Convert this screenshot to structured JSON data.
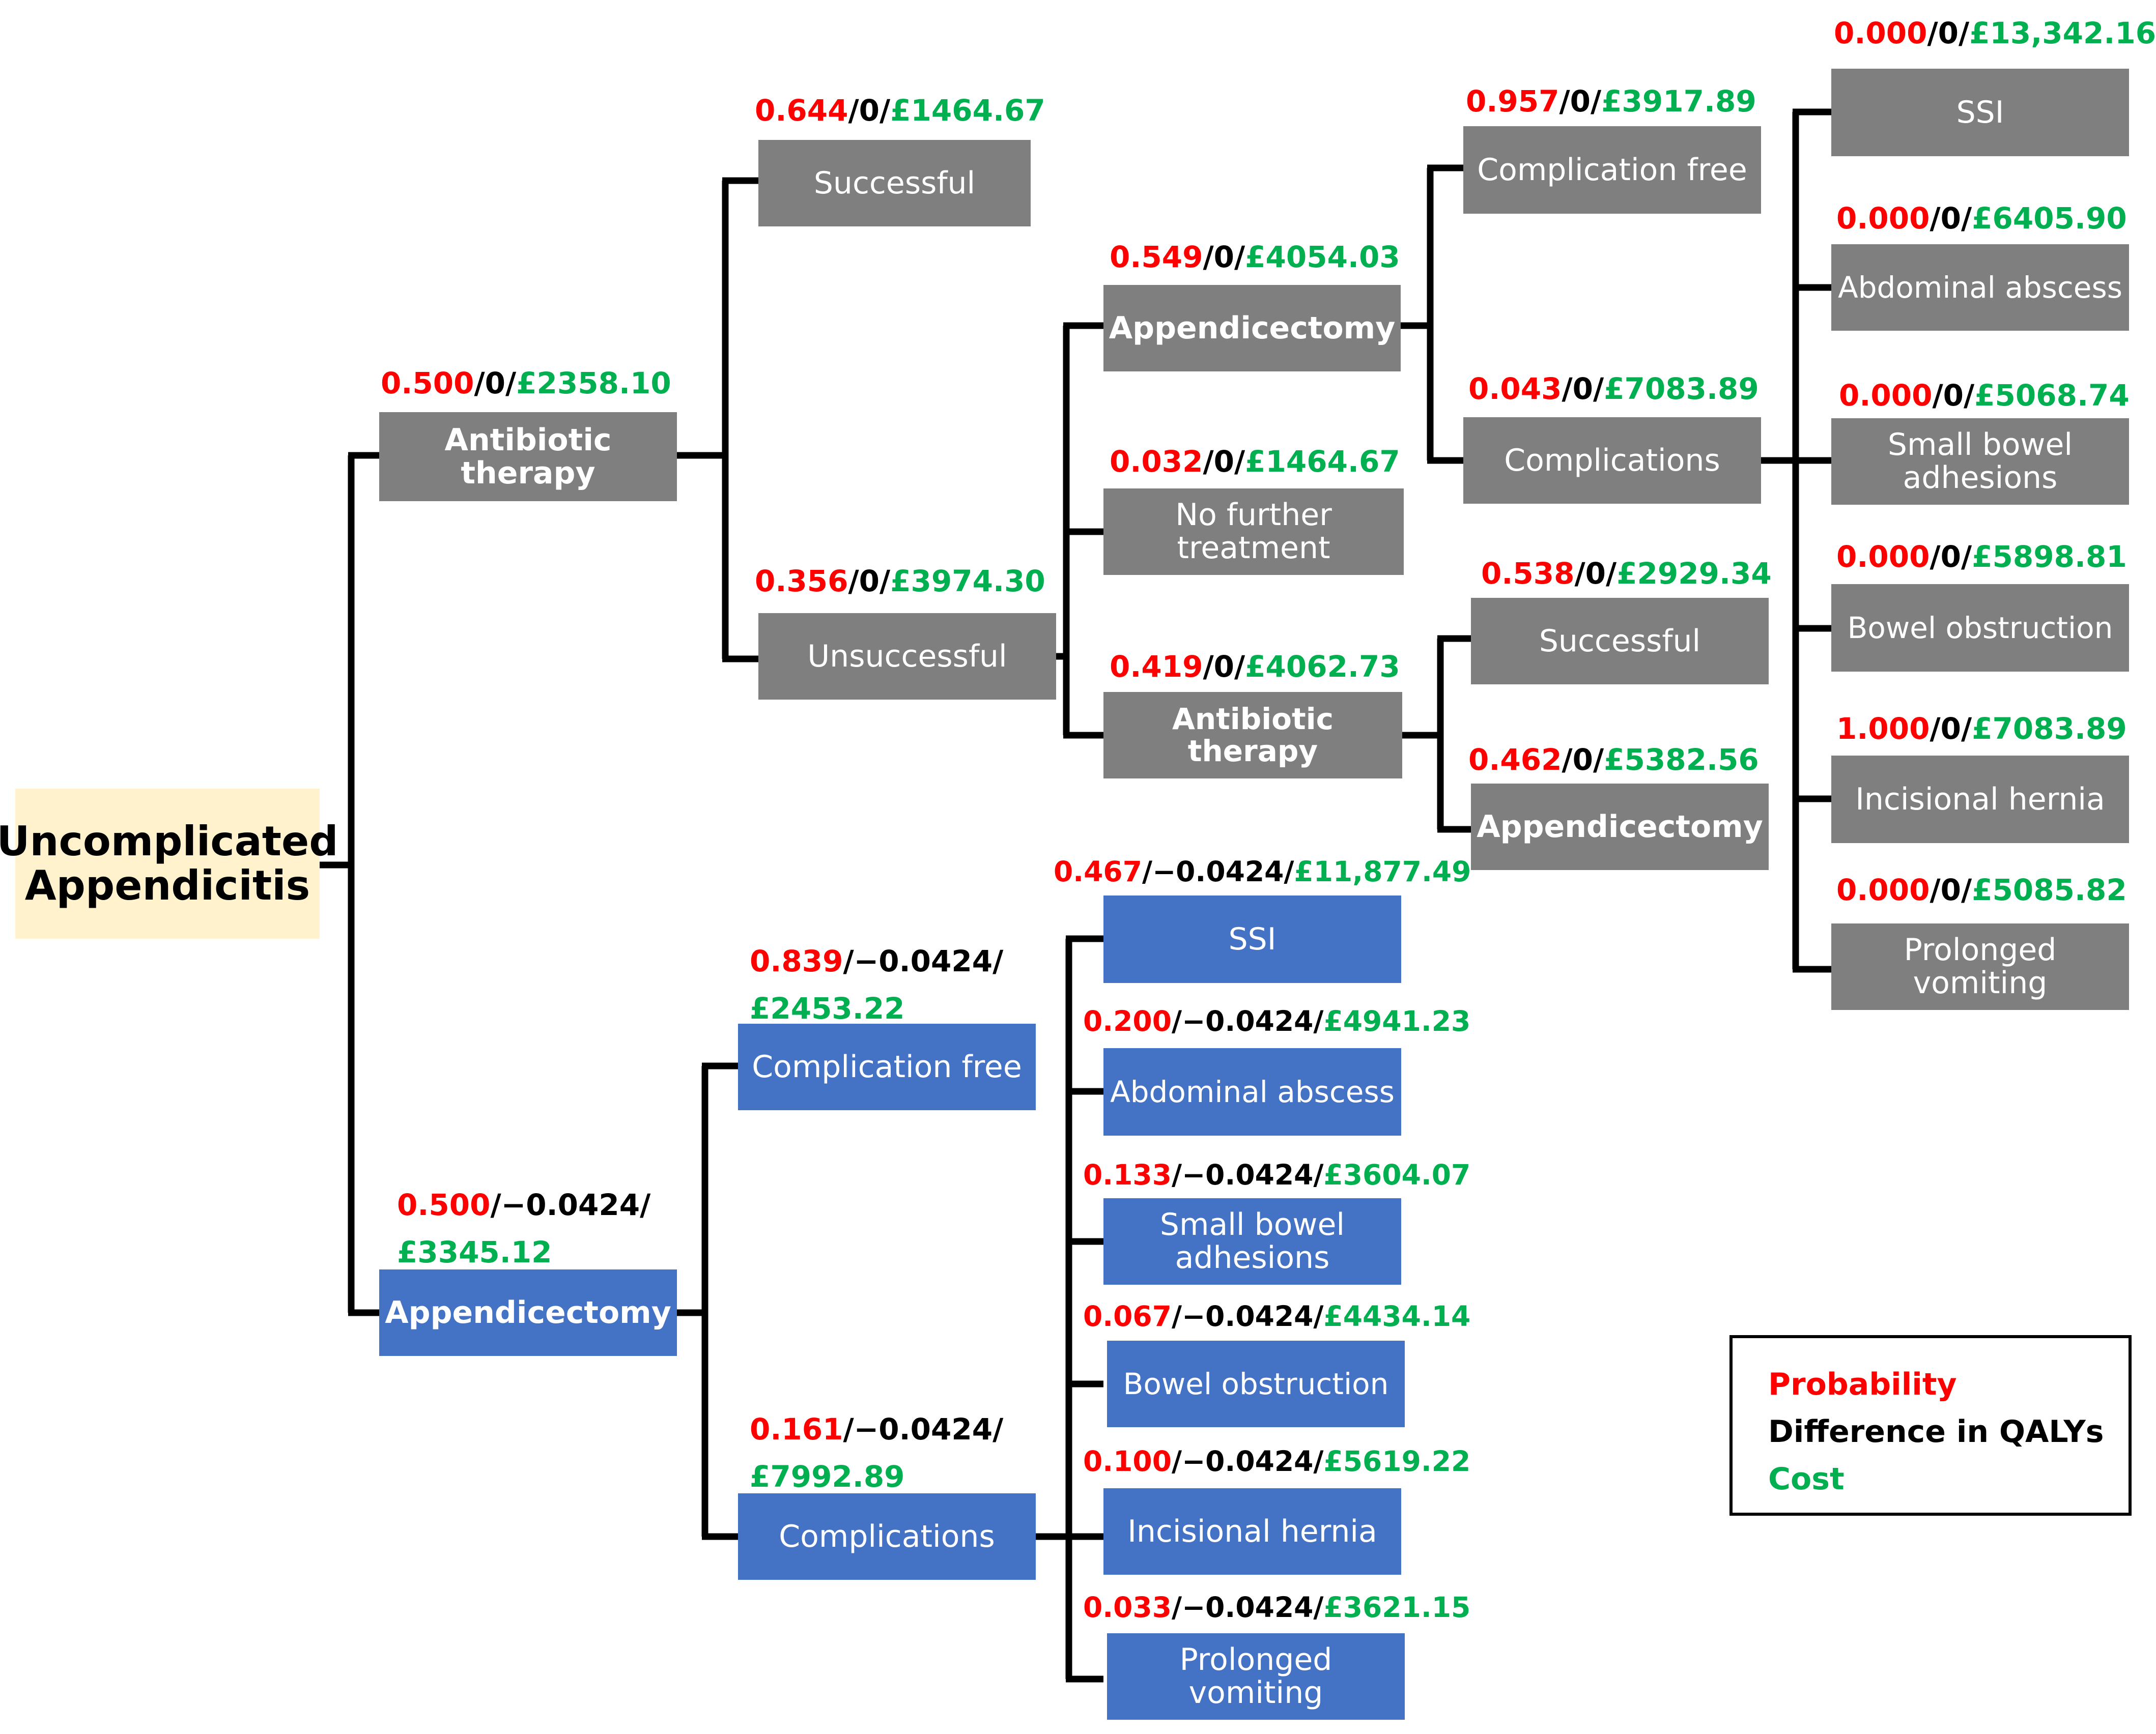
{
  "root": {
    "label": [
      "Uncomplicated",
      "Appendicitis"
    ]
  },
  "tree": {
    "at": {
      "label": [
        "Antibiotic therapy"
      ],
      "prob": "0.500",
      "qaly": "0",
      "cost": "£2358.10"
    },
    "at_succ": {
      "label": [
        "Successful"
      ],
      "prob": "0.644",
      "qaly": "0",
      "cost": "£1464.67"
    },
    "at_unsucc": {
      "label": [
        "Unsuccessful"
      ],
      "prob": "0.356",
      "qaly": "0",
      "cost": "£3974.30"
    },
    "u_app": {
      "label": [
        "Appendicectomy"
      ],
      "prob": "0.549",
      "qaly": "0",
      "cost": "£4054.03"
    },
    "u_nft": {
      "label": [
        "No further",
        "treatment"
      ],
      "prob": "0.032",
      "qaly": "0",
      "cost": "£1464.67"
    },
    "u_at": {
      "label": [
        "Antibiotic therapy"
      ],
      "prob": "0.419",
      "qaly": "0",
      "cost": "£4062.73"
    },
    "ua_cf": {
      "label": [
        "Complication free"
      ],
      "prob": "0.957",
      "qaly": "0",
      "cost": "£3917.89"
    },
    "ua_comp": {
      "label": [
        "Complications"
      ],
      "prob": "0.043",
      "qaly": "0",
      "cost": "£7083.89"
    },
    "uat_succ": {
      "label": [
        "Successful"
      ],
      "prob": "0.538",
      "qaly": "0",
      "cost": "£2929.34"
    },
    "uat_app": {
      "label": [
        "Appendicectomy"
      ],
      "prob": "0.462",
      "qaly": "0",
      "cost": "£5382.56"
    },
    "g_ssi": {
      "label": [
        "SSI"
      ],
      "prob": "0.000",
      "qaly": "0",
      "cost": "£13,342.16"
    },
    "g_abs": {
      "label": [
        "Abdominal abscess"
      ],
      "prob": "0.000",
      "qaly": "0",
      "cost": "£6405.90"
    },
    "g_sba": {
      "label": [
        "Small bowel",
        "adhesions"
      ],
      "prob": "0.000",
      "qaly": "0",
      "cost": "£5068.74"
    },
    "g_bo": {
      "label": [
        "Bowel obstruction"
      ],
      "prob": "0.000",
      "qaly": "0",
      "cost": "£5898.81"
    },
    "g_ih": {
      "label": [
        "Incisional hernia"
      ],
      "prob": "1.000",
      "qaly": "0",
      "cost": "£7083.89"
    },
    "g_pv": {
      "label": [
        "Prolonged",
        "vomiting"
      ],
      "prob": "0.000",
      "qaly": "0",
      "cost": "£5085.82"
    },
    "app": {
      "label": [
        "Appendicectomy"
      ],
      "prob": "0.500",
      "qaly": "−0.0424",
      "cost": "£3345.12"
    },
    "app_cf": {
      "label": [
        "Complication free"
      ],
      "prob": "0.839",
      "qaly": "−0.0424",
      "cost": "£2453.22"
    },
    "app_comp": {
      "label": [
        "Complications"
      ],
      "prob": "0.161",
      "qaly": "−0.0424",
      "cost": "£7992.89"
    },
    "b_ssi": {
      "label": [
        "SSI"
      ],
      "prob": "0.467",
      "qaly": "−0.0424",
      "cost": "£11,877.49"
    },
    "b_abs": {
      "label": [
        "Abdominal abscess"
      ],
      "prob": "0.200",
      "qaly": "−0.0424",
      "cost": "£4941.23"
    },
    "b_sba": {
      "label": [
        "Small bowel",
        "adhesions"
      ],
      "prob": "0.133",
      "qaly": "−0.0424",
      "cost": "£3604.07"
    },
    "b_bo": {
      "label": [
        "Bowel obstruction"
      ],
      "prob": "0.067",
      "qaly": "−0.0424",
      "cost": "£4434.14"
    },
    "b_ih": {
      "label": [
        "Incisional hernia"
      ],
      "prob": "0.100",
      "qaly": "−0.0424",
      "cost": "£5619.22"
    },
    "b_pv": {
      "label": [
        "Prolonged",
        "vomiting"
      ],
      "prob": "0.033",
      "qaly": "−0.0424",
      "cost": "£3621.15"
    }
  },
  "legend": {
    "probability": "Probability",
    "qaly": "Difference in QALYs",
    "cost": "Cost"
  },
  "colors": {
    "probability": "#ff0000",
    "qaly": "#000000",
    "cost": "#00b050",
    "gray_node": "#7f7f7f",
    "blue_node": "#4472c4",
    "root_node": "#fff2cc"
  }
}
